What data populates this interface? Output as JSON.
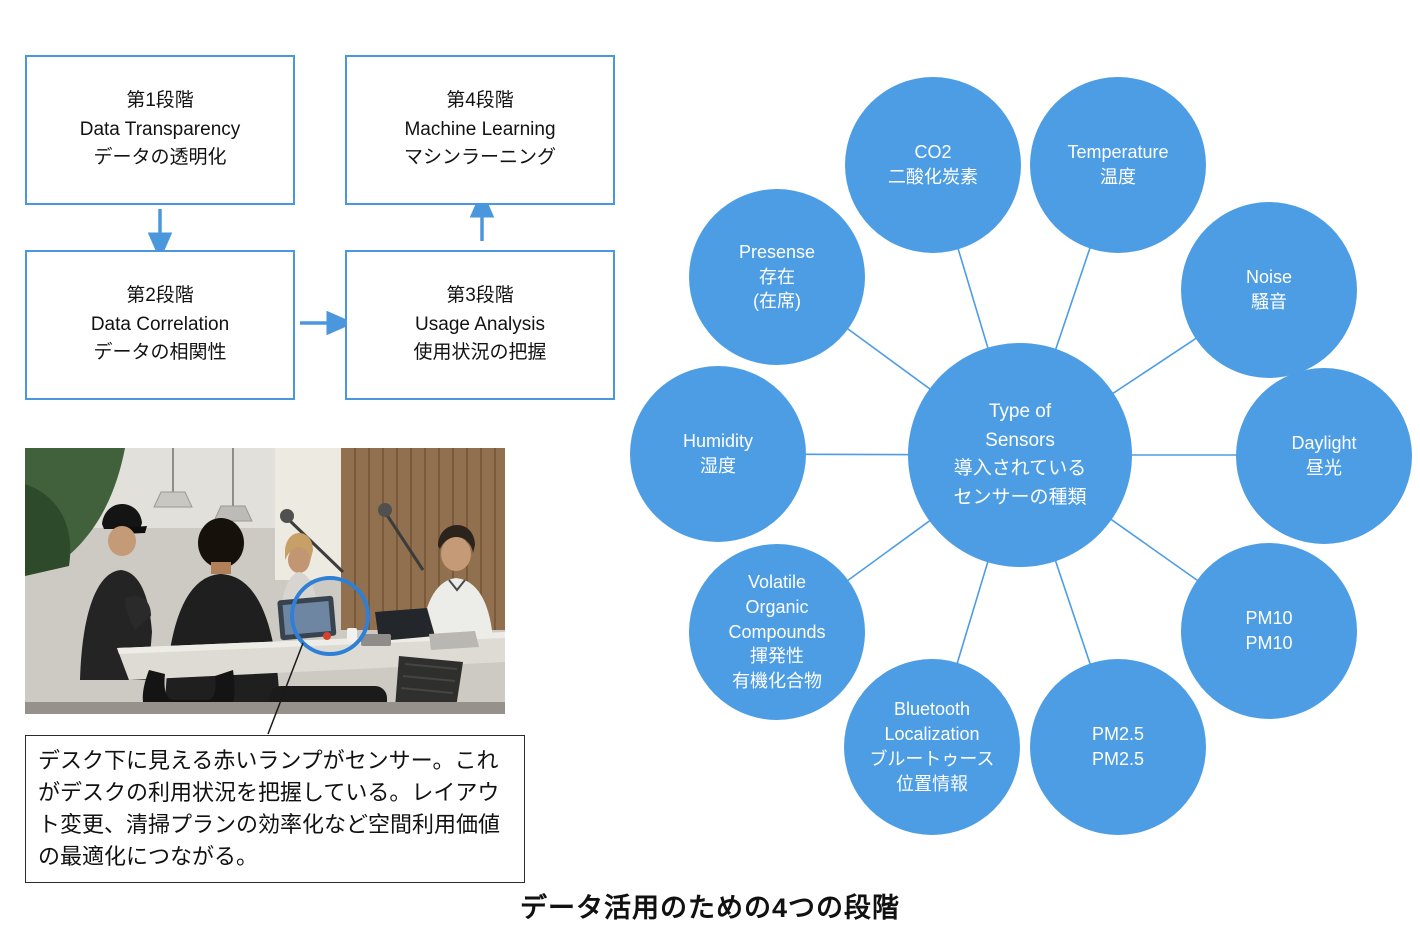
{
  "colors": {
    "accent_blue": "#4A97DD",
    "node_blue": "#4D9DE4",
    "annotation_blue": "#2E7FD6"
  },
  "flowchart": {
    "step1": {
      "lines": [
        "第1段階",
        "Data Transparency",
        "データの透明化"
      ]
    },
    "step2": {
      "lines": [
        "第2段階",
        "Data Correlation",
        "データの相関性"
      ]
    },
    "step3": {
      "lines": [
        "第3段階",
        "Usage Analysis",
        "使用状況の把握"
      ]
    },
    "step4": {
      "lines": [
        "第4段階",
        "Machine Learning",
        "マシンラーニング"
      ]
    }
  },
  "photo": {
    "caption": "デスク下に見える赤いランプがセンサー。これがデスクの利用状況を把握している。レイアウト変更、清掃プランの効率化など空間利用価値の最適化につながる。"
  },
  "diagram": {
    "center": {
      "lines": [
        "Type of",
        "Sensors",
        "導入されている",
        "センサーの種類"
      ]
    },
    "nodes": [
      {
        "id": "co2",
        "lines": [
          "CO2",
          "二酸化炭素"
        ]
      },
      {
        "id": "temperature",
        "lines": [
          "Temperature",
          "温度"
        ]
      },
      {
        "id": "noise",
        "lines": [
          "Noise",
          "騒音"
        ]
      },
      {
        "id": "daylight",
        "lines": [
          "Daylight",
          "昼光"
        ]
      },
      {
        "id": "pm10",
        "lines": [
          "PM10",
          "PM10"
        ]
      },
      {
        "id": "pm2_5",
        "lines": [
          "PM2.5",
          "PM2.5"
        ]
      },
      {
        "id": "bluetooth",
        "lines": [
          "Bluetooth",
          "Localization",
          "ブルートゥース",
          "位置情報"
        ]
      },
      {
        "id": "voc",
        "lines": [
          "Volatile",
          "Organic",
          "Compounds",
          "揮発性",
          "有機化合物"
        ]
      },
      {
        "id": "humidity",
        "lines": [
          "Humidity",
          "湿度"
        ]
      },
      {
        "id": "presence",
        "lines": [
          "Presense",
          "存在",
          "(在席)"
        ]
      }
    ]
  },
  "footer": {
    "title": "データ活用のための4つの段階"
  }
}
